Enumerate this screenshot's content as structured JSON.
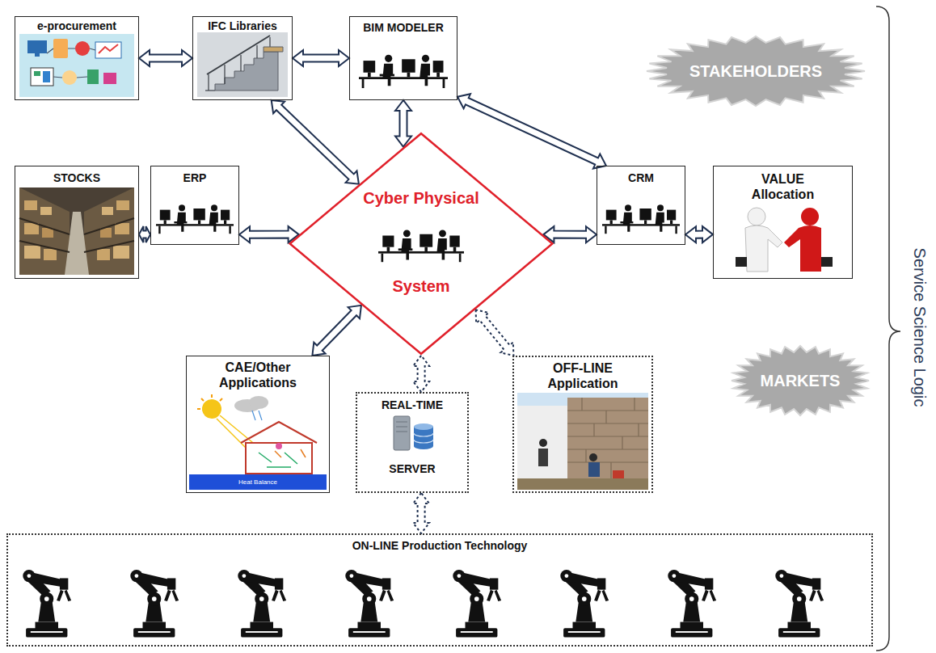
{
  "diagram": {
    "nodes": [
      {
        "text": [
          "e-procurement"
        ]
      },
      {
        "text": [
          "IFC Libraries"
        ]
      },
      {
        "text": [
          "BIM MODELER"
        ]
      },
      {
        "text": [
          "STAKEHOLDERS"
        ]
      },
      {
        "text": [
          "STOCKS"
        ]
      },
      {
        "text": [
          "ERP"
        ]
      },
      {
        "text": [
          "Cyber Physical",
          "System"
        ]
      },
      {
        "text": [
          "CRM"
        ]
      },
      {
        "text": [
          "VALUE Allocation"
        ]
      },
      {
        "text": [
          "CAE/Other Applications"
        ]
      },
      {
        "text": [
          "REAL-TIME",
          "SERVER"
        ]
      },
      {
        "text": [
          "OFF-LINE Application"
        ]
      },
      {
        "text": [
          "MARKETS"
        ]
      },
      {
        "text": [
          "ON-LINE Production Technology"
        ]
      }
    ],
    "edges": [
      {
        "from": 0,
        "to": 1,
        "arrow": "both"
      },
      {
        "from": 1,
        "to": 2,
        "arrow": "both"
      },
      {
        "from": 1,
        "to": 6,
        "arrow": "both"
      },
      {
        "from": 2,
        "to": 6,
        "arrow": "both"
      },
      {
        "from": 2,
        "to": 7,
        "arrow": "both"
      },
      {
        "from": 4,
        "to": 5,
        "arrow": "both"
      },
      {
        "from": 5,
        "to": 6,
        "arrow": "both"
      },
      {
        "from": 6,
        "to": 7,
        "arrow": "both"
      },
      {
        "from": 7,
        "to": 8,
        "arrow": "both"
      },
      {
        "from": 9,
        "to": 6,
        "arrow": "both"
      },
      {
        "from": 6,
        "to": 10,
        "arrow": "both"
      },
      {
        "from": 6,
        "to": 11,
        "arrow": "both"
      },
      {
        "from": 10,
        "to": 13,
        "arrow": "both"
      }
    ],
    "labels": [
      "Service Science Logic",
      "Heat Balance"
    ]
  }
}
